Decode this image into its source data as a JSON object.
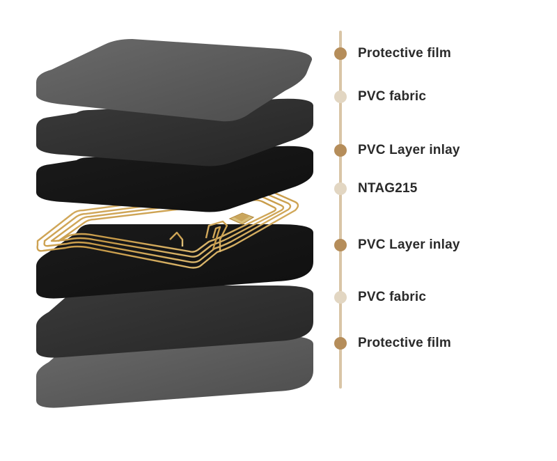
{
  "colors": {
    "timeline": "#d9c5a6",
    "marker_primary": "#b58d5a",
    "marker_secondary": "#e2d6c2",
    "label": "#2a2a2a"
  },
  "layers": [
    {
      "label": "Protective film",
      "marker_style": "primary"
    },
    {
      "label": "PVC fabric",
      "marker_style": "secondary"
    },
    {
      "label": "PVC Layer inlay",
      "marker_style": "primary"
    },
    {
      "label": "NTAG215",
      "marker_style": "secondary"
    },
    {
      "label": "PVC Layer inlay",
      "marker_style": "primary"
    },
    {
      "label": "PVC fabric",
      "marker_style": "secondary"
    },
    {
      "label": "Protective film",
      "marker_style": "primary"
    }
  ]
}
